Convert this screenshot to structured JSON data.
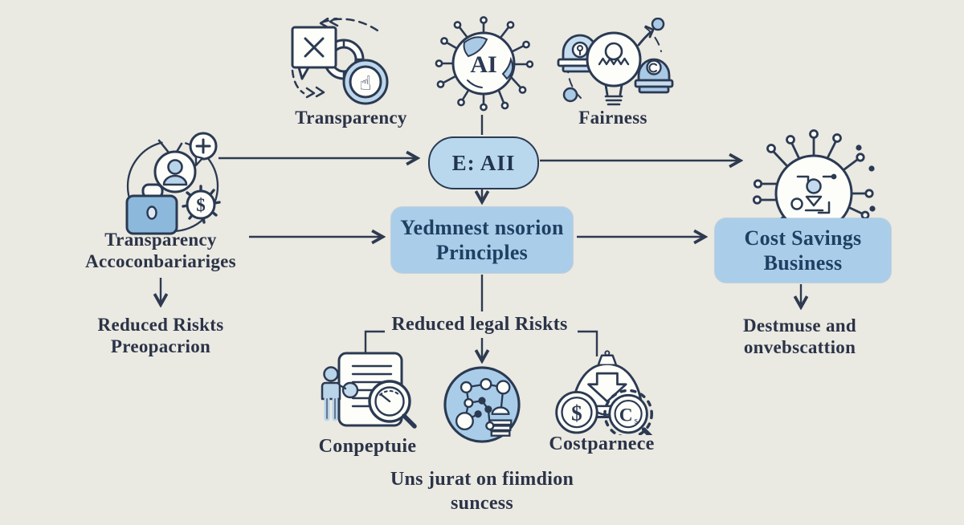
{
  "palette": {
    "background": "#EAE9E2",
    "outline": "#2B3A52",
    "pill_fill": "#B9D8EE",
    "box_fill": "#AACEE9",
    "icon_blue": "#A9C9E4",
    "icon_blue_light": "#C6DCEF",
    "text": "#2B3347"
  },
  "top_row": {
    "transparency_label": "Transparency",
    "ai_globe_text": "AI",
    "fairness_label": "Fairness"
  },
  "nodes": {
    "center_pill": {
      "label": "E: AII"
    },
    "principles_box": {
      "line1": "Yedmnest nsorion",
      "line2": "Principles"
    },
    "cost_box": {
      "line1": "Cost Savings",
      "line2": "Business"
    }
  },
  "labels": {
    "transparency_acc": {
      "line1": "Transparency",
      "line2": "Accoconbariariges"
    },
    "reduced_risks": {
      "line1": "Reduced Riskts",
      "line2": "Preopacrion"
    },
    "reduced_legal": {
      "text": "Reduced legal Riskts"
    },
    "destmuse": {
      "line1": "Destmuse and",
      "line2": "onvebscattion"
    },
    "conpeptue": {
      "label": "Conpeptuie"
    },
    "costparnece": {
      "label": "Costparnece"
    },
    "bottom_caption": {
      "line1": "Uns jurat on fiimdion",
      "line2": "suncess"
    }
  },
  "icons": {
    "transparency_cycle_icon": "speech-bubble-x with sync arrows and hand badge",
    "ai_network_globe_icon": "globe labeled AI with network nodes",
    "fairness_lightbulb_icon": "lightbulb person with lamp bells",
    "stakeholder_audit_icon": "person circle, plus, dollar gear, briefcase",
    "circuit_network_icon": "circle with radiating circuit traces",
    "document_review_icon": "document, person, gauge magnifier",
    "network_graph_circle_icon": "blue circle with connected nodes",
    "cost_audit_icon": "clipboard down-arrow, dollar coin, C magnifier"
  }
}
